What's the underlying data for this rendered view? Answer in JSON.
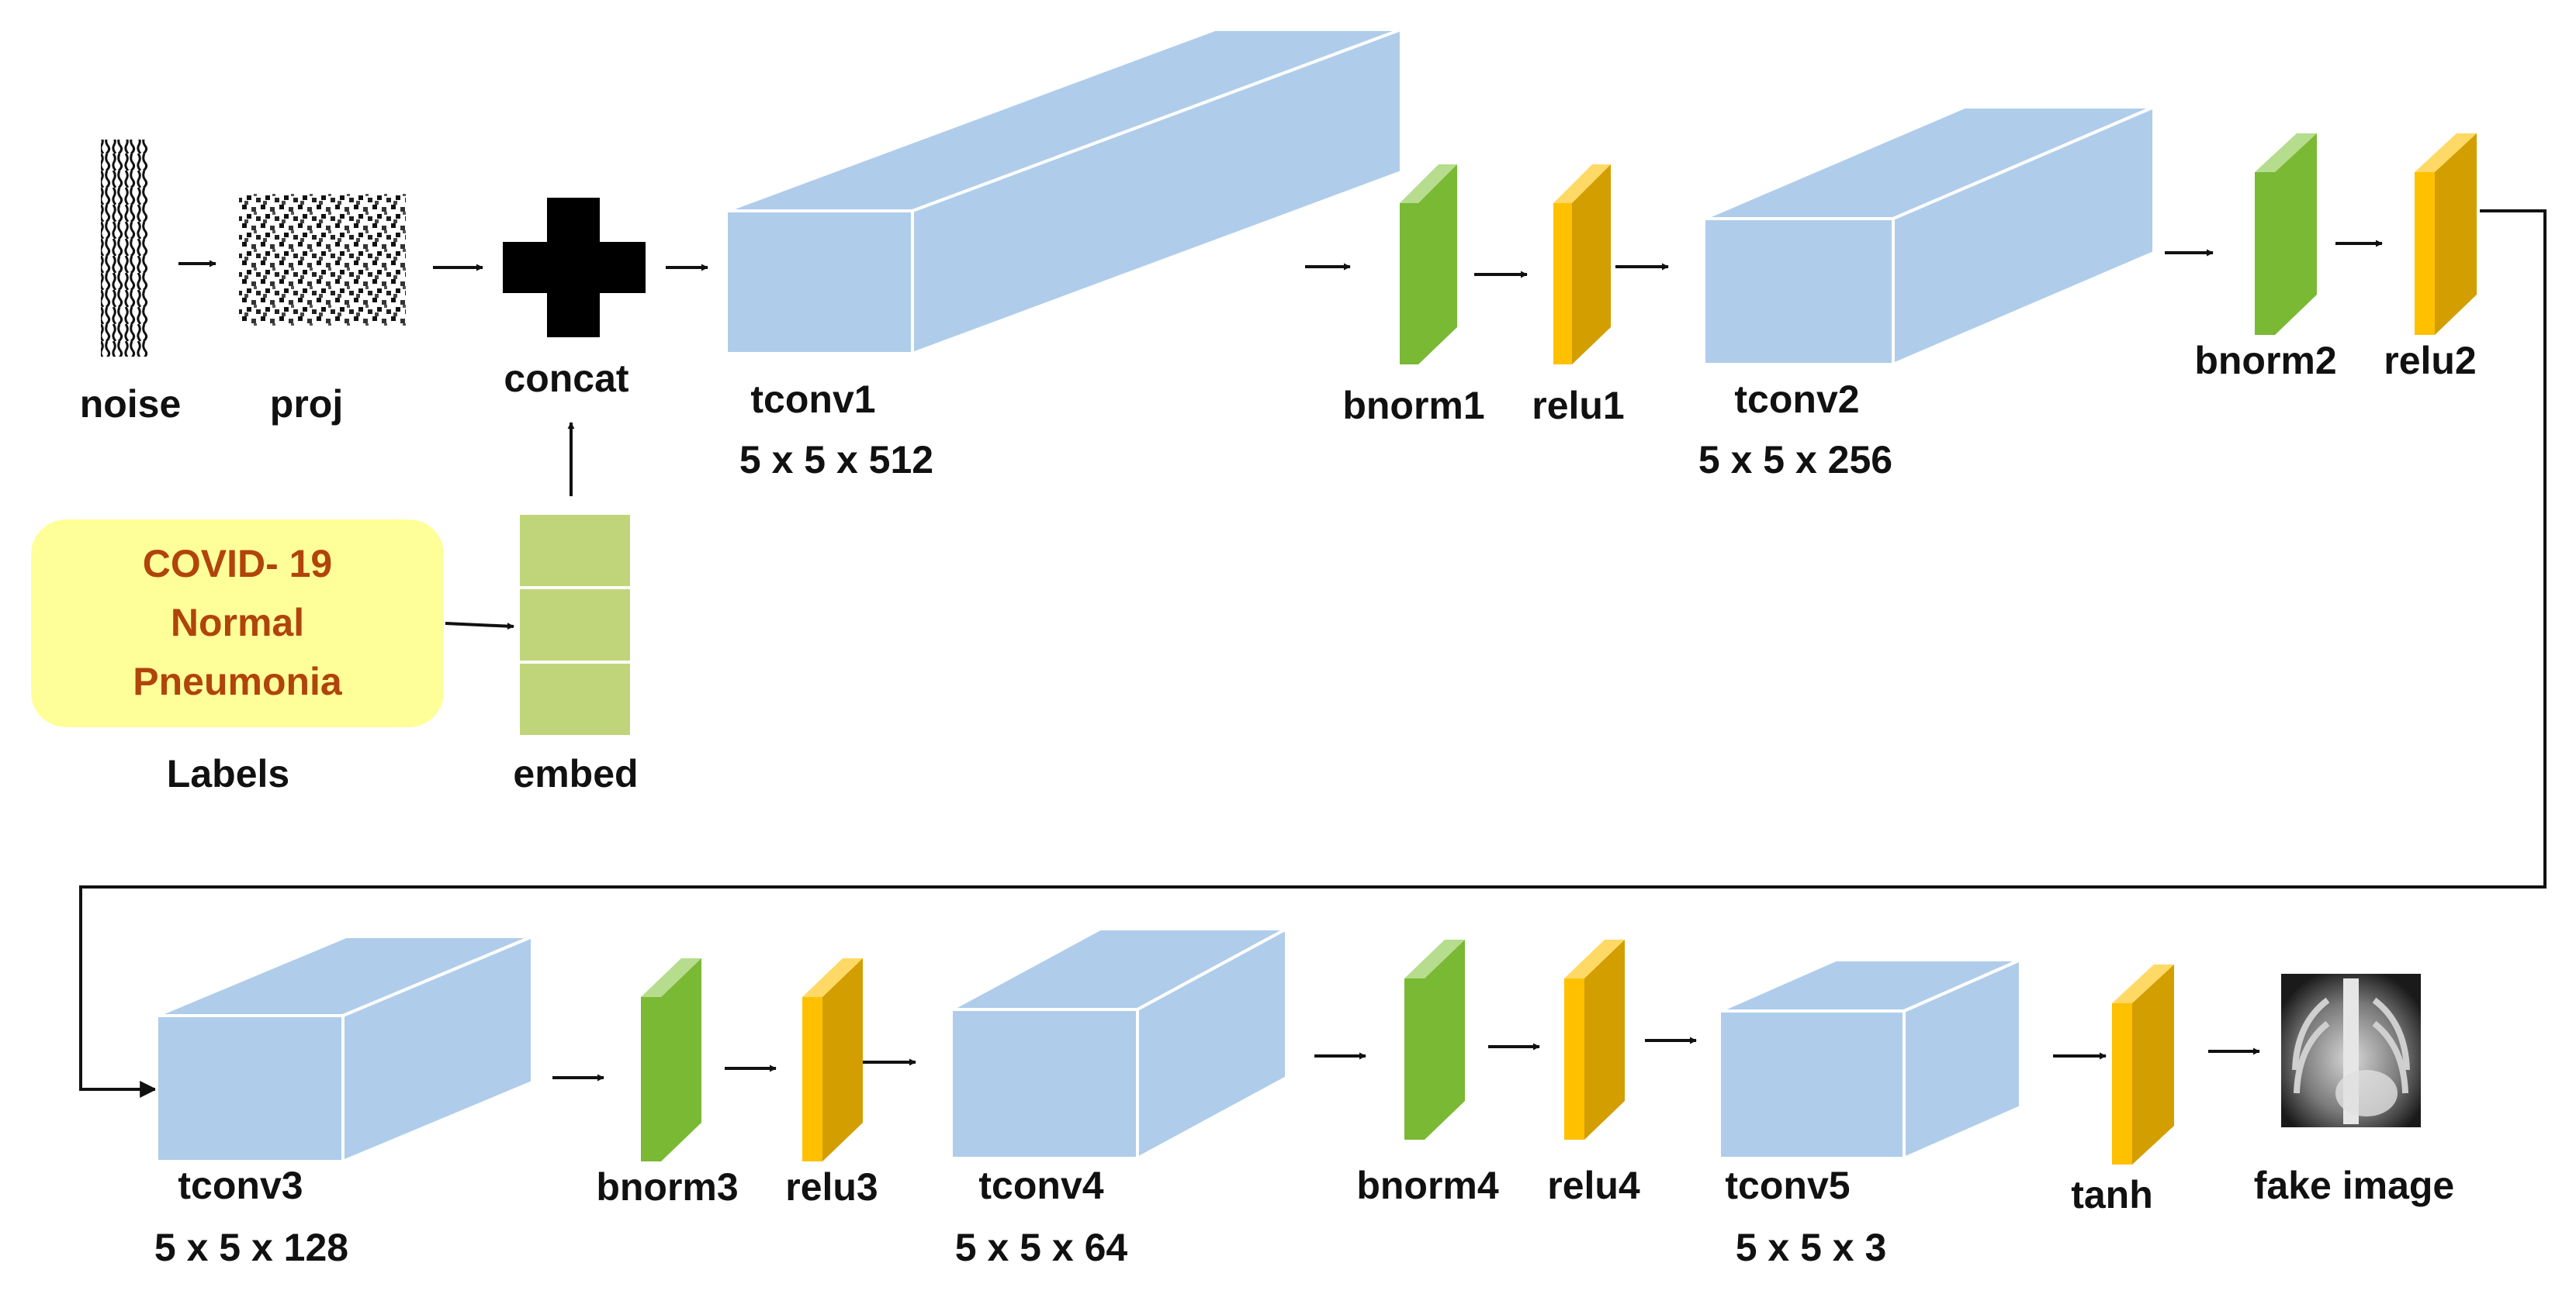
{
  "colors": {
    "block_front": "#afcdea",
    "block_top": "#afcdea",
    "block_side": "#afcdea",
    "bnorm_front": "#7ab934",
    "bnorm_top": "#b6dc8e",
    "relu_front": "#d39e00",
    "relu_top": "#ffd966",
    "relu_face": "#ffc000",
    "embed_cell": "#c0d47a",
    "label_fill": "#ffff9a",
    "label_text": "#b0440b"
  },
  "icons": {
    "plus": "plus-icon",
    "arrow": "arrow-right-icon",
    "noise": "noise-texture",
    "proj": "noise-pattern",
    "xray": "chest-xray-image"
  },
  "labels_box": {
    "items": [
      "COVID- 19",
      "Normal",
      "Pneumonia"
    ],
    "caption": "Labels"
  },
  "nodes": {
    "noise": "noise",
    "proj": "proj",
    "concat": "concat",
    "embed": "embed",
    "tconv1": {
      "name": "tconv1",
      "size": "5 x 5 x 512"
    },
    "bnorm1": "bnorm1",
    "relu1": "relu1",
    "tconv2": {
      "name": "tconv2",
      "size": "5 x 5 x 256"
    },
    "bnorm2": "bnorm2",
    "relu2": "relu2",
    "tconv3": {
      "name": "tconv3",
      "size": "5 x 5 x 128"
    },
    "bnorm3": "bnorm3",
    "relu3": "relu3",
    "tconv4": {
      "name": "tconv4",
      "size": "5 x 5 x 64"
    },
    "bnorm4": "bnorm4",
    "relu4": "relu4",
    "tconv5": {
      "name": "tconv5",
      "size": "5 x 5 x 3"
    },
    "tanh": "tanh",
    "fake_image": "fake image"
  }
}
